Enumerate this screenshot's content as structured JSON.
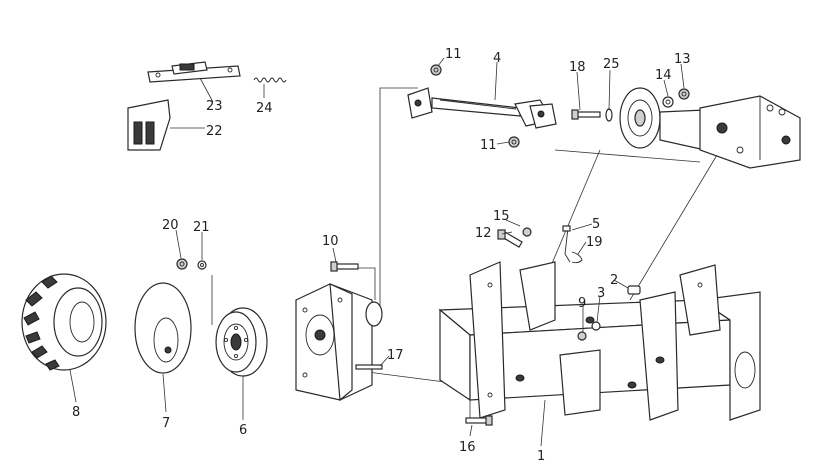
{
  "diagram": {
    "callouts": {
      "c1": "1",
      "c2": "2",
      "c3": "3",
      "c4": "4",
      "c5": "5",
      "c6": "6",
      "c7": "7",
      "c8": "8",
      "c9": "9",
      "c10": "10",
      "c11a": "11",
      "c11b": "11",
      "c12": "12",
      "c13": "13",
      "c14": "14",
      "c15": "15",
      "c16": "16",
      "c17": "17",
      "c18": "18",
      "c19": "19",
      "c20": "20",
      "c21": "21",
      "c22": "22",
      "c23": "23",
      "c24": "24",
      "c25": "25"
    }
  }
}
